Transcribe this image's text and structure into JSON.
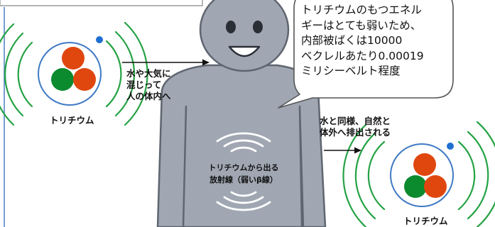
{
  "speech_bubble": {
    "lines": [
      "トリチウムのもつエネル",
      "ギーはとても弱いため、",
      "内部被ばくは10000",
      "ベクレルあたり0.00019",
      "ミリシーベルト程度"
    ]
  },
  "left_atom": {
    "label": "トリチウム"
  },
  "right_atom": {
    "label": "トリチウム"
  },
  "intake_label": {
    "lines": [
      "水や大気に",
      "混じって",
      "人の体内へ"
    ]
  },
  "excretion_label": {
    "lines": [
      "水と同様、自然と",
      "体外へ排出される"
    ]
  },
  "body_radiation_label": {
    "lines": [
      "トリチウムから出る",
      "放射線（弱いβ線）"
    ]
  },
  "colors": {
    "person": "#a0a7b2",
    "person_outline": "#5f6670",
    "proton": "#e0470f",
    "neutron": "#0c8a2e",
    "orbit": "#3f7ac4",
    "electron": "#1f6fd1",
    "wave": "#25a244",
    "frame_line": "#4a7fc0"
  }
}
